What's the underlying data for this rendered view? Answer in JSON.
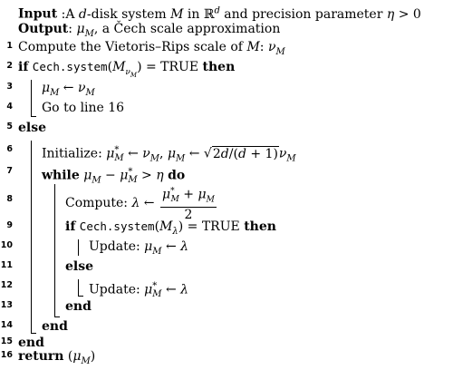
{
  "header": {
    "input_label": "Input",
    "input_text": ":A d-disk system M in ℝ^d and precision parameter η > 0",
    "output_label": "Output",
    "output_text": ": μ_M, a Čech scale approximation"
  },
  "lines": [
    {
      "num": "1",
      "text": "Compute the Vietoris–Rips scale of M: ν_M"
    },
    {
      "num": "2",
      "text": "if Cech.system(M_{ν_M}) = TRUE then"
    },
    {
      "num": "3",
      "text": "μ_M ← ν_M"
    },
    {
      "num": "4",
      "text": "Go to line 16"
    },
    {
      "num": "5",
      "text": "else"
    },
    {
      "num": "6",
      "text": "Initialize: μ*_M ← ν_M, μ_M ← sqrt(2d/(d+1)) ν_M"
    },
    {
      "num": "7",
      "text": "while μ_M − μ*_M > η do"
    },
    {
      "num": "8",
      "text": "Compute: λ ← (μ*_M + μ_M)/2"
    },
    {
      "num": "9",
      "text": "if Cech.system(M_λ) = TRUE then"
    },
    {
      "num": "10",
      "text": "Update: μ_M ← λ"
    },
    {
      "num": "11",
      "text": "else"
    },
    {
      "num": "12",
      "text": "Update: μ*_M ← λ"
    },
    {
      "num": "13",
      "text": "end"
    },
    {
      "num": "14",
      "text": "end"
    },
    {
      "num": "15",
      "text": "end"
    },
    {
      "num": "16",
      "text": "return (μ_M)"
    }
  ]
}
